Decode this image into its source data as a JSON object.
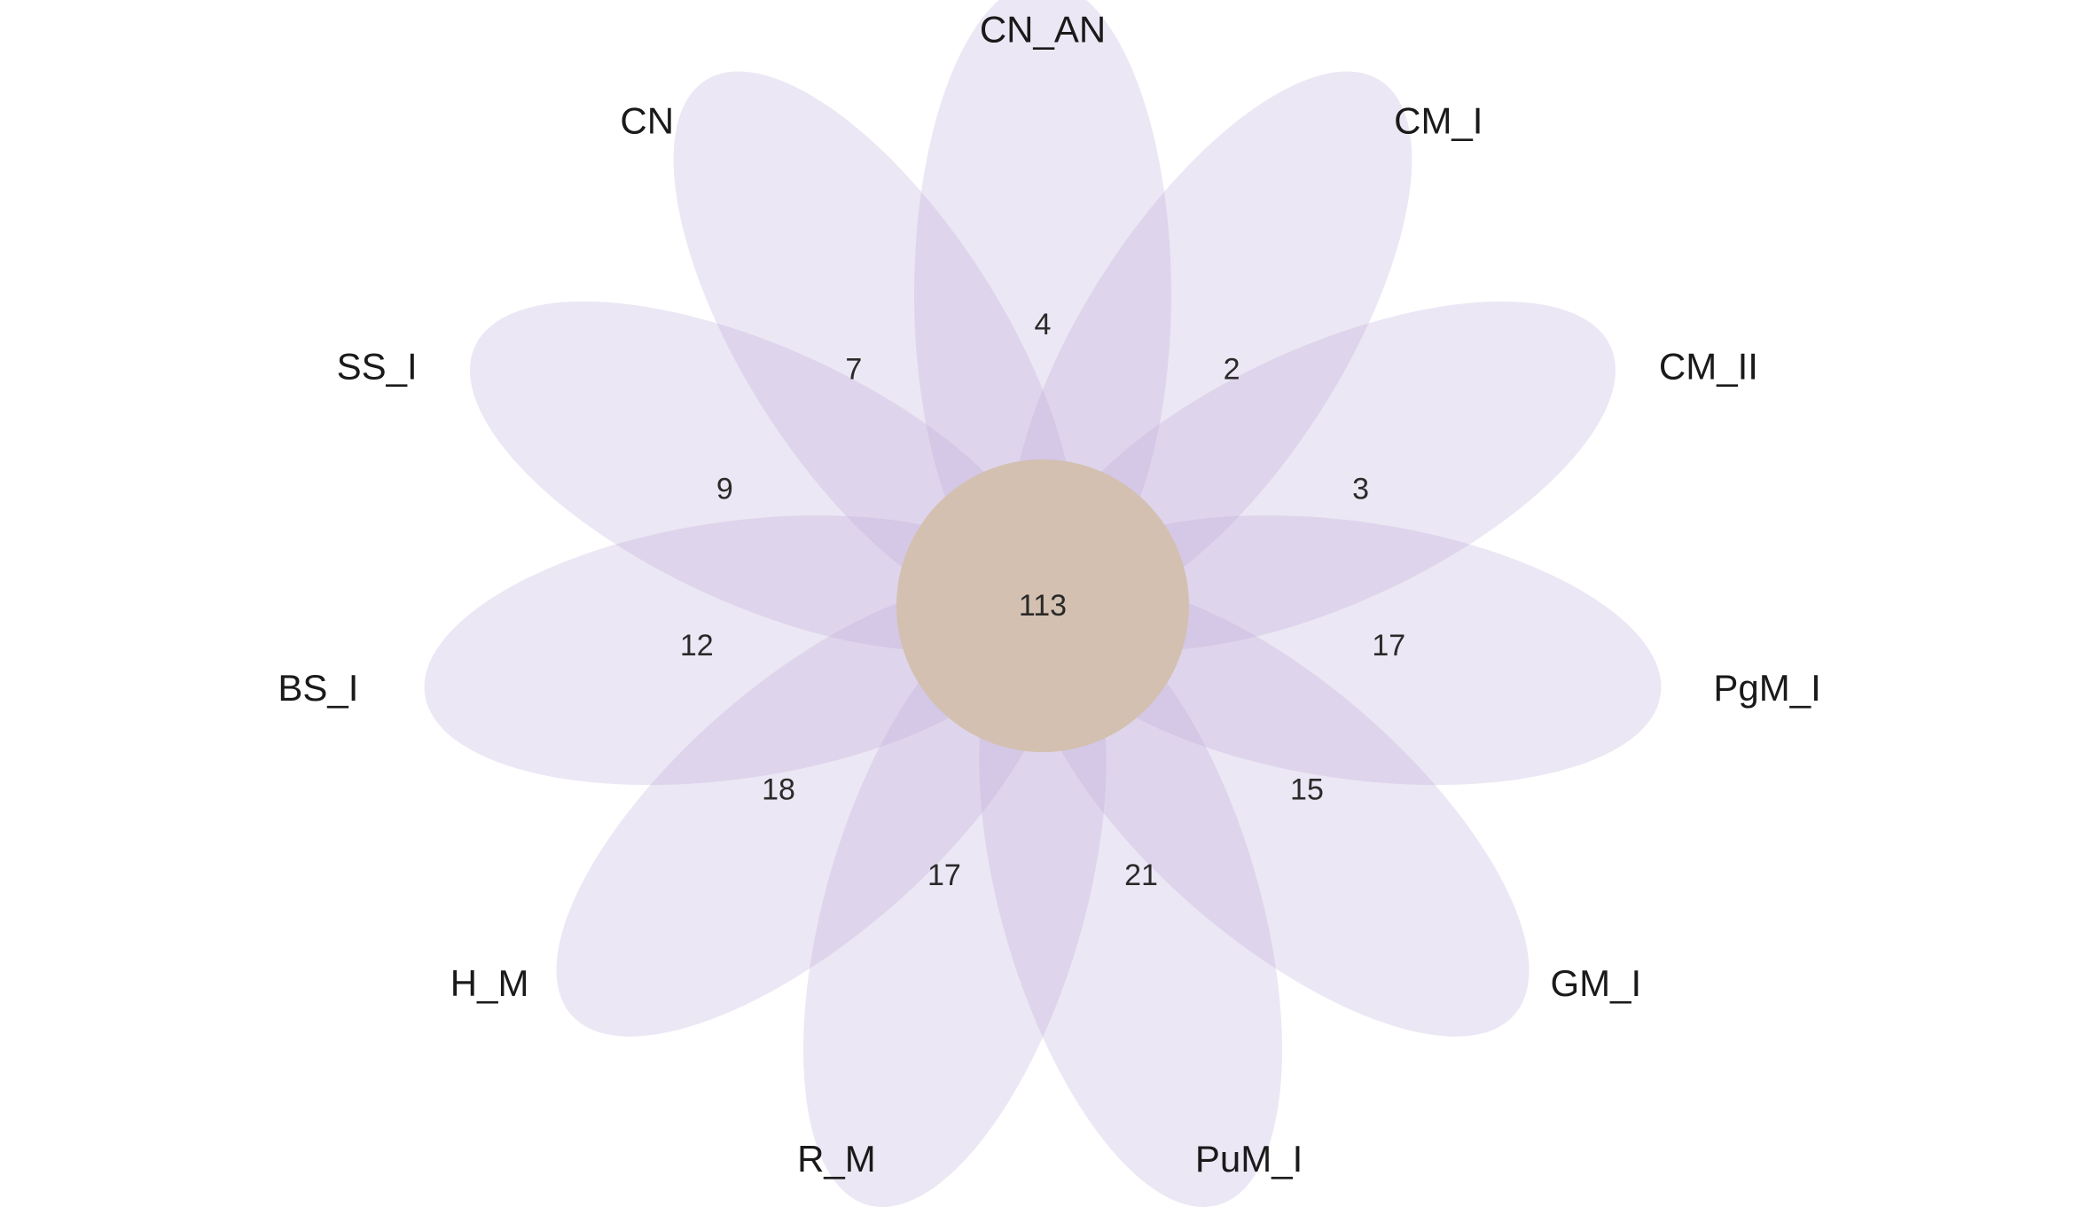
{
  "colors": {
    "petal_fill": "#b9a8d6",
    "center_fill": "#d3c0b0",
    "background": "#ffffff"
  },
  "flower": {
    "petals": [
      {
        "label": "CN_AN",
        "count": "4"
      },
      {
        "label": "CM_I",
        "count": "2"
      },
      {
        "label": "CM_II",
        "count": "3"
      },
      {
        "label": "PgM_I",
        "count": "17"
      },
      {
        "label": "GM_I",
        "count": "15"
      },
      {
        "label": "PuM_I",
        "count": "21"
      },
      {
        "label": "R_M",
        "count": "17"
      },
      {
        "label": "H_M",
        "count": "18"
      },
      {
        "label": "BS_I",
        "count": "12"
      },
      {
        "label": "SS_I",
        "count": "9"
      },
      {
        "label": "CN",
        "count": "7"
      }
    ],
    "core": {
      "count": "113"
    }
  }
}
